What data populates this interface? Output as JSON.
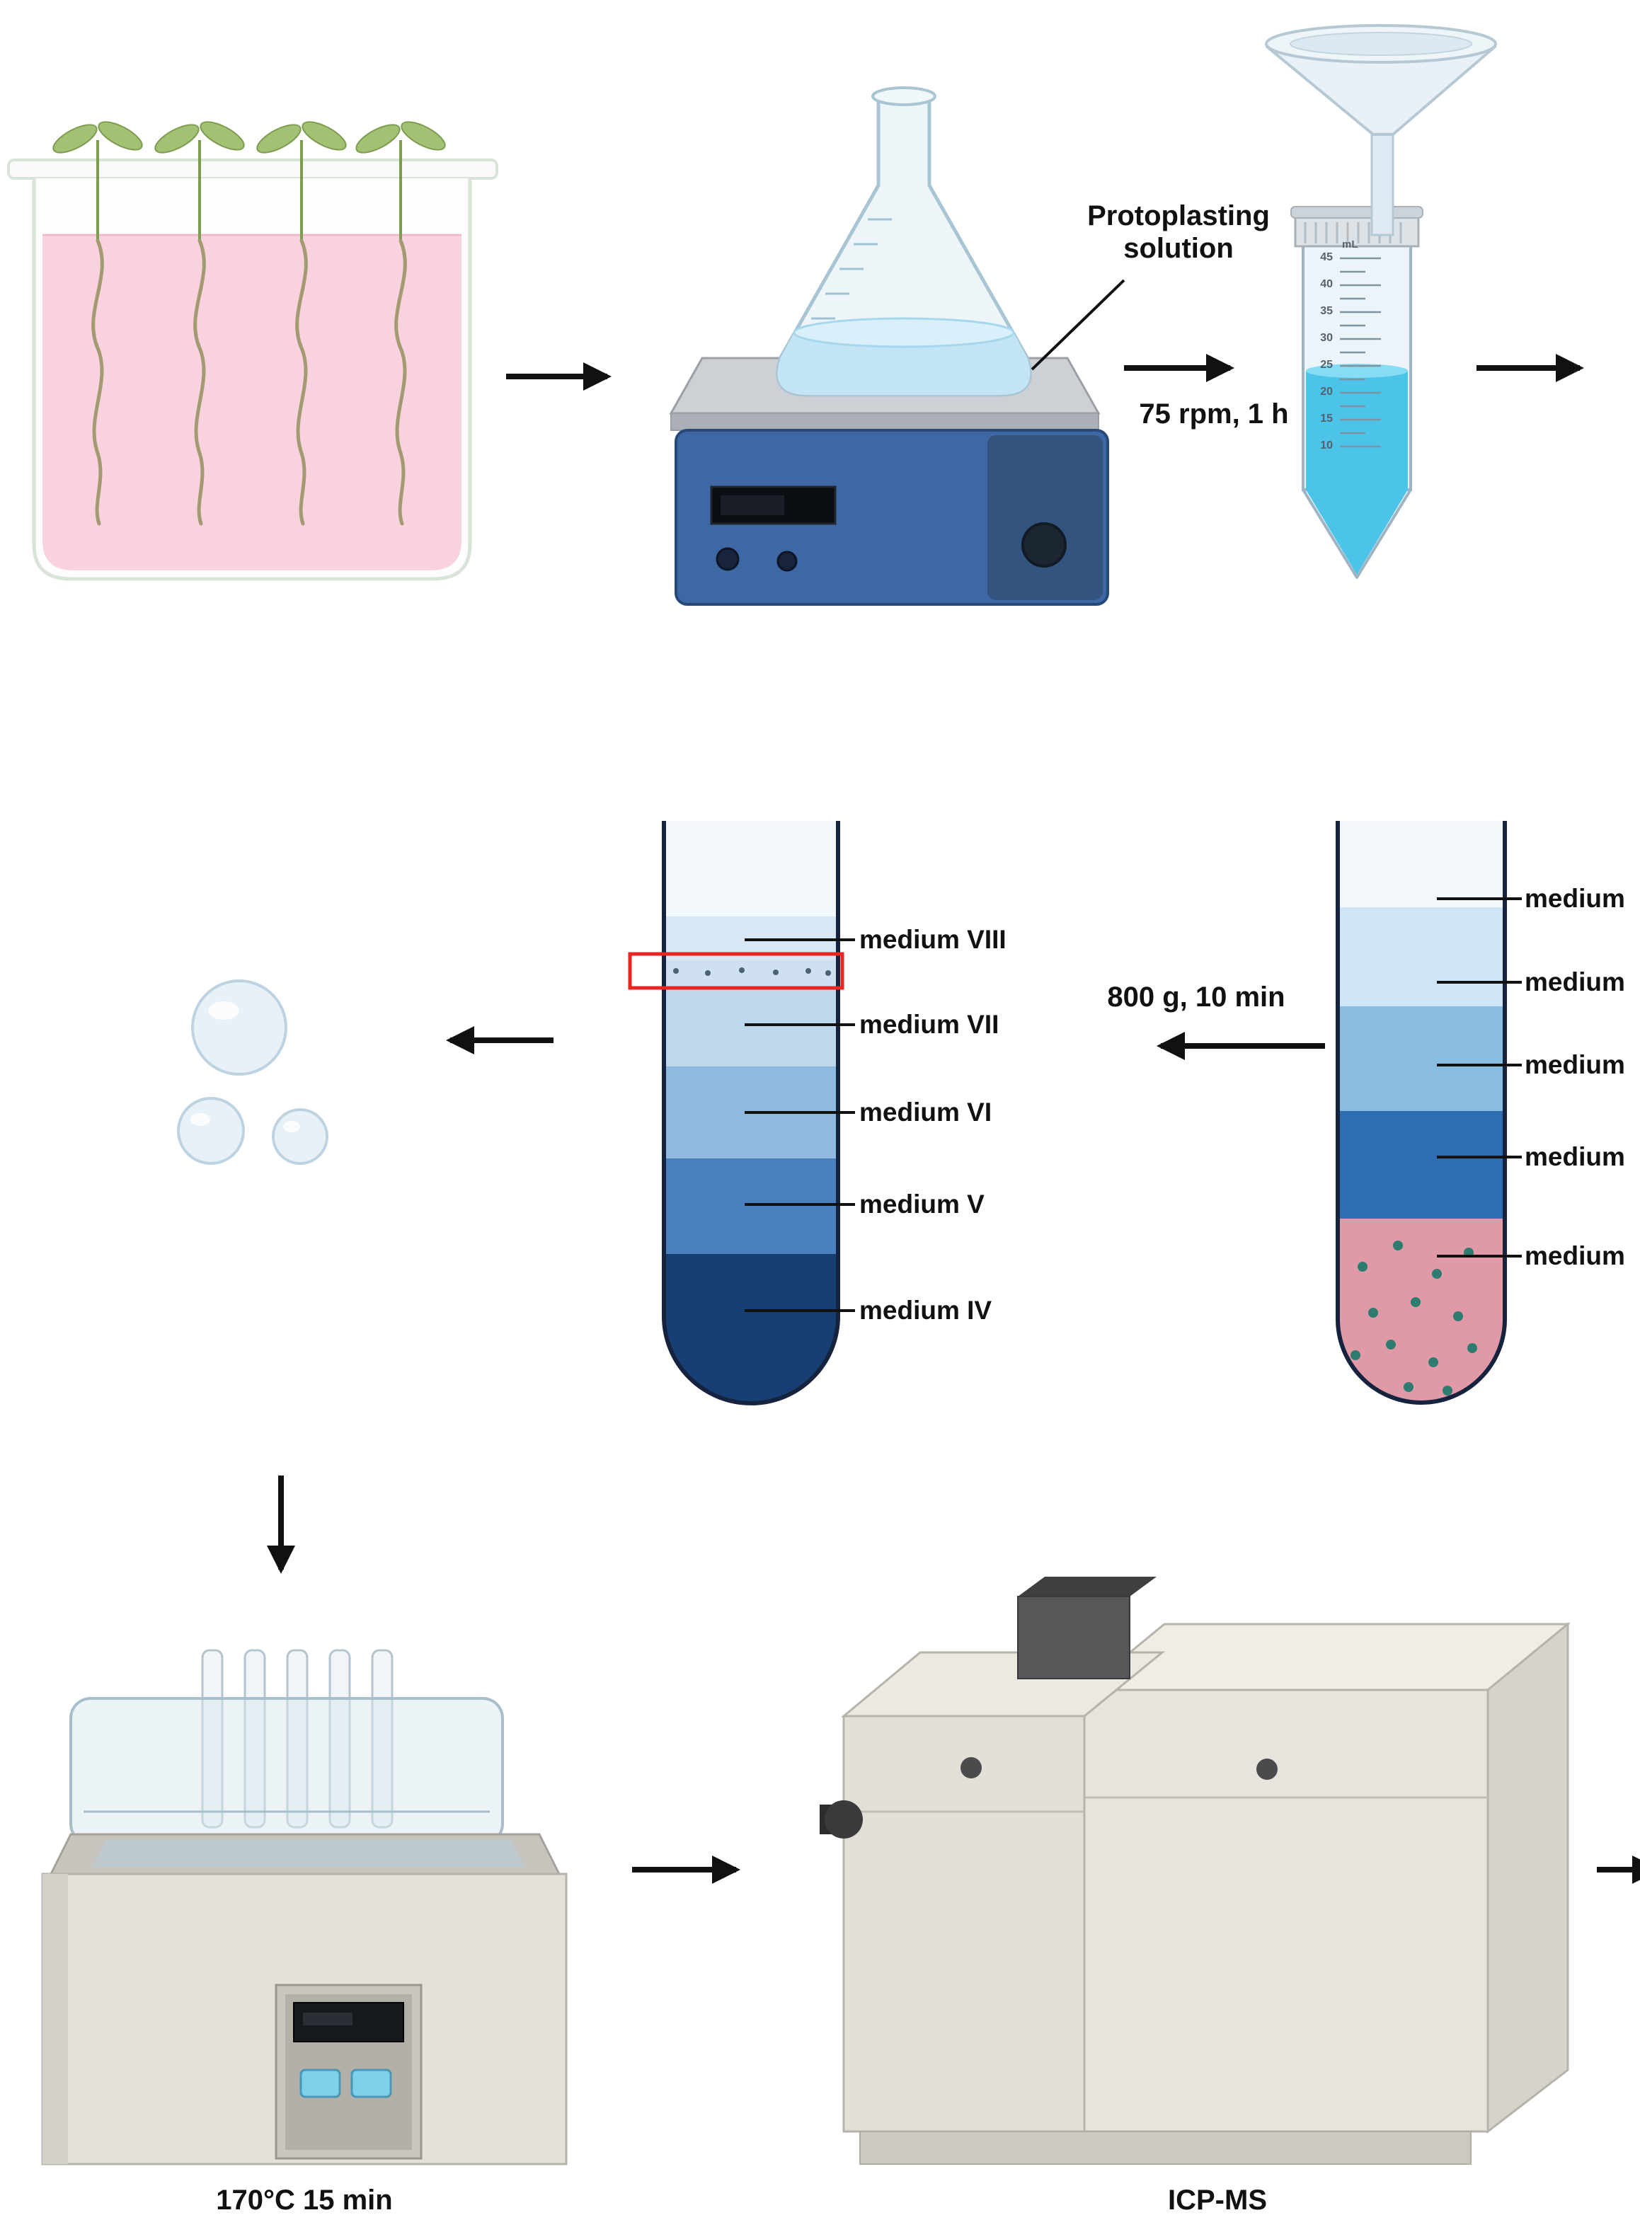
{
  "colors": {
    "highlight_red": "#e8251f",
    "growth_medium_pink": "#f8d2de",
    "leaf_green": "#a2c173",
    "flask_liquid_blue": "#c2e4f4",
    "falcon_liquid_cyan": "#4cc3e9",
    "stirrer_blue": "#3d68a3",
    "gradient_dark_navy": "#173f73",
    "pellet_pink": "#e09aa7",
    "machine_beige": "#e6e3dc"
  },
  "flask": {
    "label_line1": "Protoplasting",
    "label_line2": "solution"
  },
  "shake": {
    "condition": "75 rpm, 1 h"
  },
  "falcon": {
    "unit": "mL",
    "graduations": [
      "45",
      "40",
      "35",
      "30",
      "25",
      "20",
      "15",
      "10"
    ]
  },
  "centrifuge": {
    "condition": "800 g, 10 min"
  },
  "gradient_tube": {
    "labels": [
      "medium VIII",
      "medium VII",
      "medium VI",
      "medium V",
      "medium IV"
    ]
  },
  "pellet_tube": {
    "labels": [
      "medium",
      "medium",
      "medium",
      "medium",
      "medium"
    ]
  },
  "digestion": {
    "label": "170°C 15 min"
  },
  "icpms": {
    "label": "ICP-MS"
  }
}
